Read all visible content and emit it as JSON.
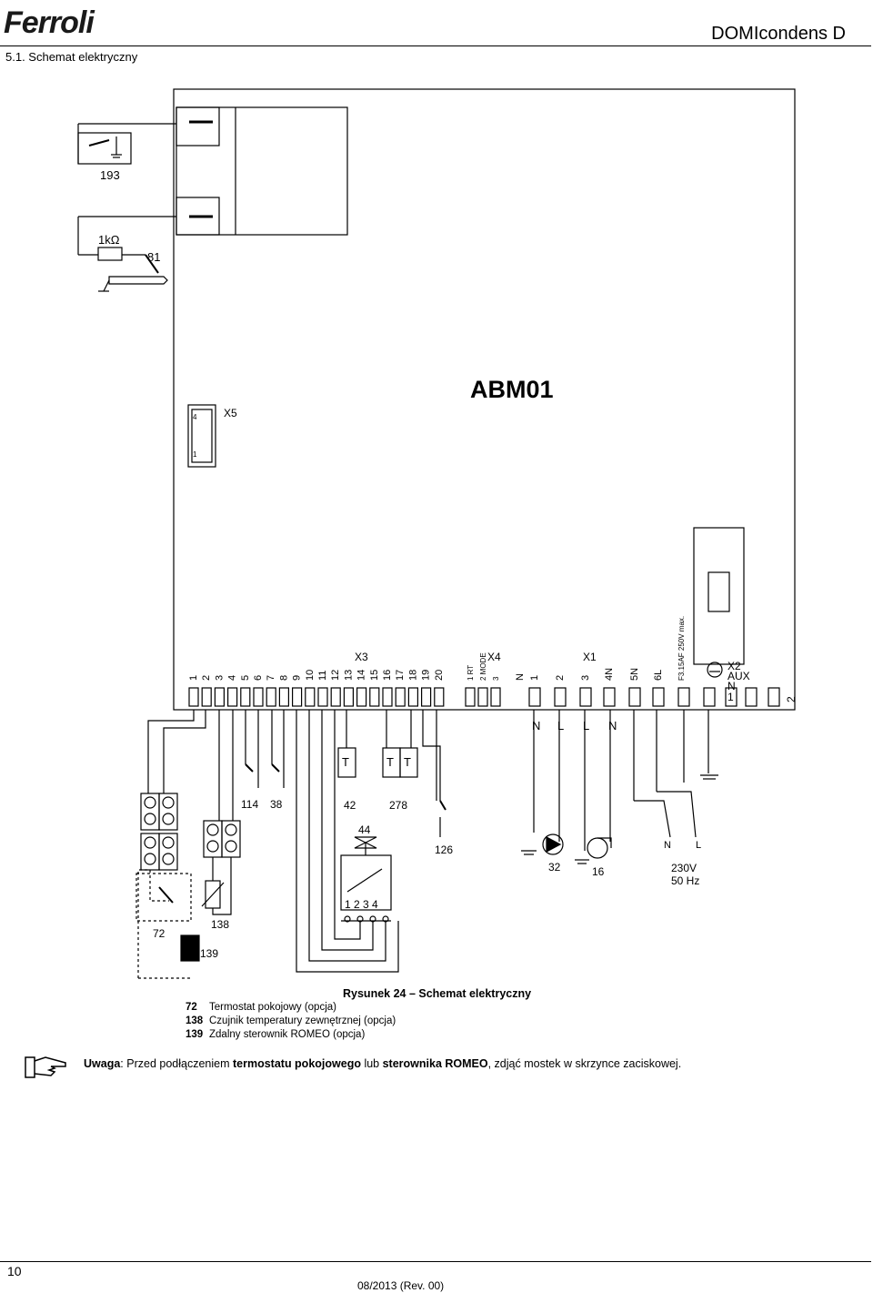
{
  "header": {
    "logo_text": "Ferroli",
    "product": "DOMIcondens D",
    "section": "5.1. Schemat elektryczny"
  },
  "diagram": {
    "board_label": "ABM01",
    "x5_label": "X5",
    "x5_pin_top": "4",
    "x5_pin_bottom": "1",
    "x3_label": "X3",
    "x4_label": "X4",
    "x1_label": "X1",
    "x2_label": "X2",
    "aux_label": "AUX",
    "aux_n": "N",
    "aux_1": "1",
    "aux_2": "2",
    "x3_pins": [
      "1",
      "2",
      "3",
      "4",
      "5",
      "6",
      "7",
      "8",
      "9",
      "10",
      "11",
      "12",
      "13",
      "14",
      "15",
      "16",
      "17",
      "18",
      "19",
      "20"
    ],
    "x4_pins": [
      "1 RT",
      "2 MODE",
      "3"
    ],
    "x1_pins": [
      "N",
      "1",
      "2",
      "3",
      "4N",
      "5N",
      "6L"
    ],
    "fuse_label": "F3.15AF 250V max.",
    "under_x1": [
      "N",
      "L",
      "L",
      "N"
    ],
    "components": {
      "c193": "193",
      "c1k": "1kΩ",
      "c81": "81",
      "c114": "114",
      "c38": "38",
      "c42": "42",
      "c278": "278",
      "c44": "44",
      "c126": "126",
      "c32": "32",
      "c16": "16",
      "c72": "72",
      "c138": "138",
      "c139": "139",
      "t": "T",
      "valve_pins": "1 2 3 4",
      "power_n": "N",
      "power_l": "L",
      "power_v": "230V",
      "power_hz": "50 Hz"
    }
  },
  "caption": {
    "title": "Rysunek 24 – Schemat elektryczny",
    "legend": [
      {
        "num": "72",
        "text": "Termostat pokojowy (opcja)"
      },
      {
        "num": "138",
        "text": "Czujnik temperatury zewnętrznej (opcja)"
      },
      {
        "num": "139",
        "text": "Zdalny sterownik ROMEO (opcja)"
      }
    ]
  },
  "note": {
    "label": "Uwaga",
    "text1": ": Przed podłączeniem ",
    "bold": "termostatu pokojowego",
    "text2": " lub ",
    "bold2": "sterownika ROMEO",
    "text3": ", zdjąć mostek w skrzynce zaciskowej."
  },
  "footer": {
    "page": "10",
    "date": "08/2013 (Rev. 00)"
  }
}
